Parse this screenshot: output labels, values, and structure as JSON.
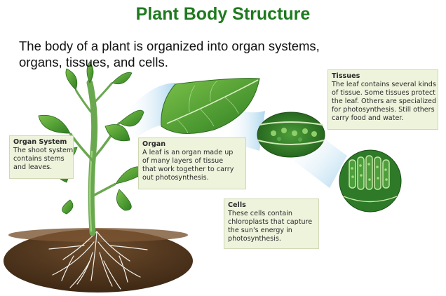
{
  "title": "Plant Body Structure",
  "intro": {
    "lines": [
      "The body of a plant is organized into organ systems,",
      "organs, tissues, and cells."
    ]
  },
  "callouts": {
    "organ_system": {
      "title": "Organ System",
      "lines": [
        "The shoot system",
        "contains stems",
        "and leaves."
      ]
    },
    "organ": {
      "title": "Organ",
      "lines": [
        "A leaf is an organ made up",
        "of many layers of tissue",
        "that work together to carry",
        "out photosynthesis."
      ]
    },
    "tissues": {
      "title": "Tissues",
      "lines": [
        "The leaf contains several kinds",
        "of tissue. Some tissues protect",
        "the leaf. Others are specialized",
        "for photosynthesis. Still others",
        "carry food and water."
      ]
    },
    "cells": {
      "title": "Cells",
      "lines": [
        "These cells contain",
        "chloroplasts that capture",
        "the sun's energy in",
        "photosynthesis."
      ]
    }
  },
  "colors": {
    "title_green": "#1e7a1e",
    "callout_bg": "#eef3dc",
    "leaf_green": "#3f9b2c",
    "stem_green": "#6aa84f",
    "soil_brown": "#5a3d22",
    "zoom_blue": "#bfe0f2"
  }
}
